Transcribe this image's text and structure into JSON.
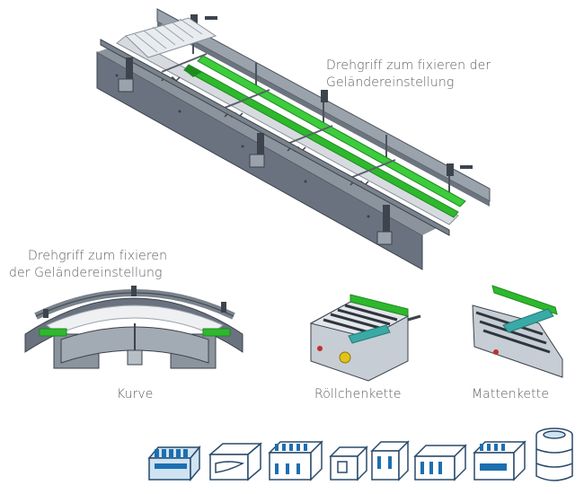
{
  "labels": {
    "top_callout_line1": "Drehgriff zum fixieren der",
    "top_callout_line2": "Geländereinstellung",
    "curve_callout_line1": "Drehgriff zum fixieren",
    "curve_callout_line2": "der Geländereinstellung",
    "curve": "Kurve",
    "roller_chain": "Röllchenkette",
    "mat_chain": "Mattenkette"
  },
  "colors": {
    "frame": "#5f6670",
    "frame_light": "#8e96a0",
    "belt": "#2eb82e",
    "belt_dark": "#1f8a1f",
    "teal": "#3aaaa6",
    "icon_stroke": "#2a4a6a",
    "icon_fill": "#cfe3f2",
    "icon_accent": "#1d6fb0"
  },
  "container_icons": [
    "bottle-crate-full-icon",
    "carton-box-icon",
    "bottle-crate-open-icon",
    "small-box-icon",
    "small-crate-icon",
    "tray-icon",
    "bottle-crate-icon",
    "barrel-icon"
  ]
}
